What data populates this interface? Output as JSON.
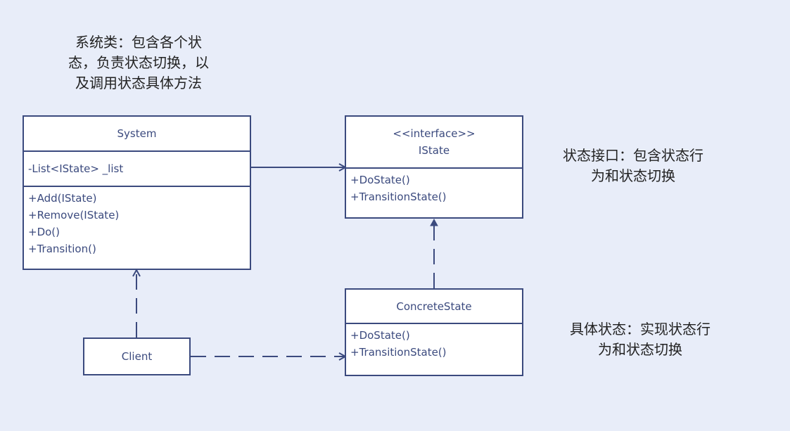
{
  "notes": {
    "system": [
      "系统类：包含各个状",
      "态，负责状态切换，以",
      "及调用状态具体方法"
    ],
    "istate": [
      "状态接口：包含状态行",
      "为和状态切换"
    ],
    "concrete": [
      "具体状态：实现状态行",
      "为和状态切换"
    ]
  },
  "classes": {
    "system": {
      "name": "System",
      "attribute": "-List<IState> _list",
      "methods": [
        "+Add(IState)",
        "+Remove(IState)",
        "+Do()",
        "+Transition()"
      ]
    },
    "istate": {
      "stereotype": "<<interface>>",
      "name": "IState",
      "methods": [
        "+DoState()",
        "+TransitionState()"
      ]
    },
    "concrete": {
      "name": "ConcreteState",
      "methods": [
        "+DoState()",
        "+TransitionState()"
      ]
    },
    "client": {
      "name": "Client"
    }
  },
  "colors": {
    "background": "#e8edf9",
    "stroke": "#3b4a7e"
  }
}
